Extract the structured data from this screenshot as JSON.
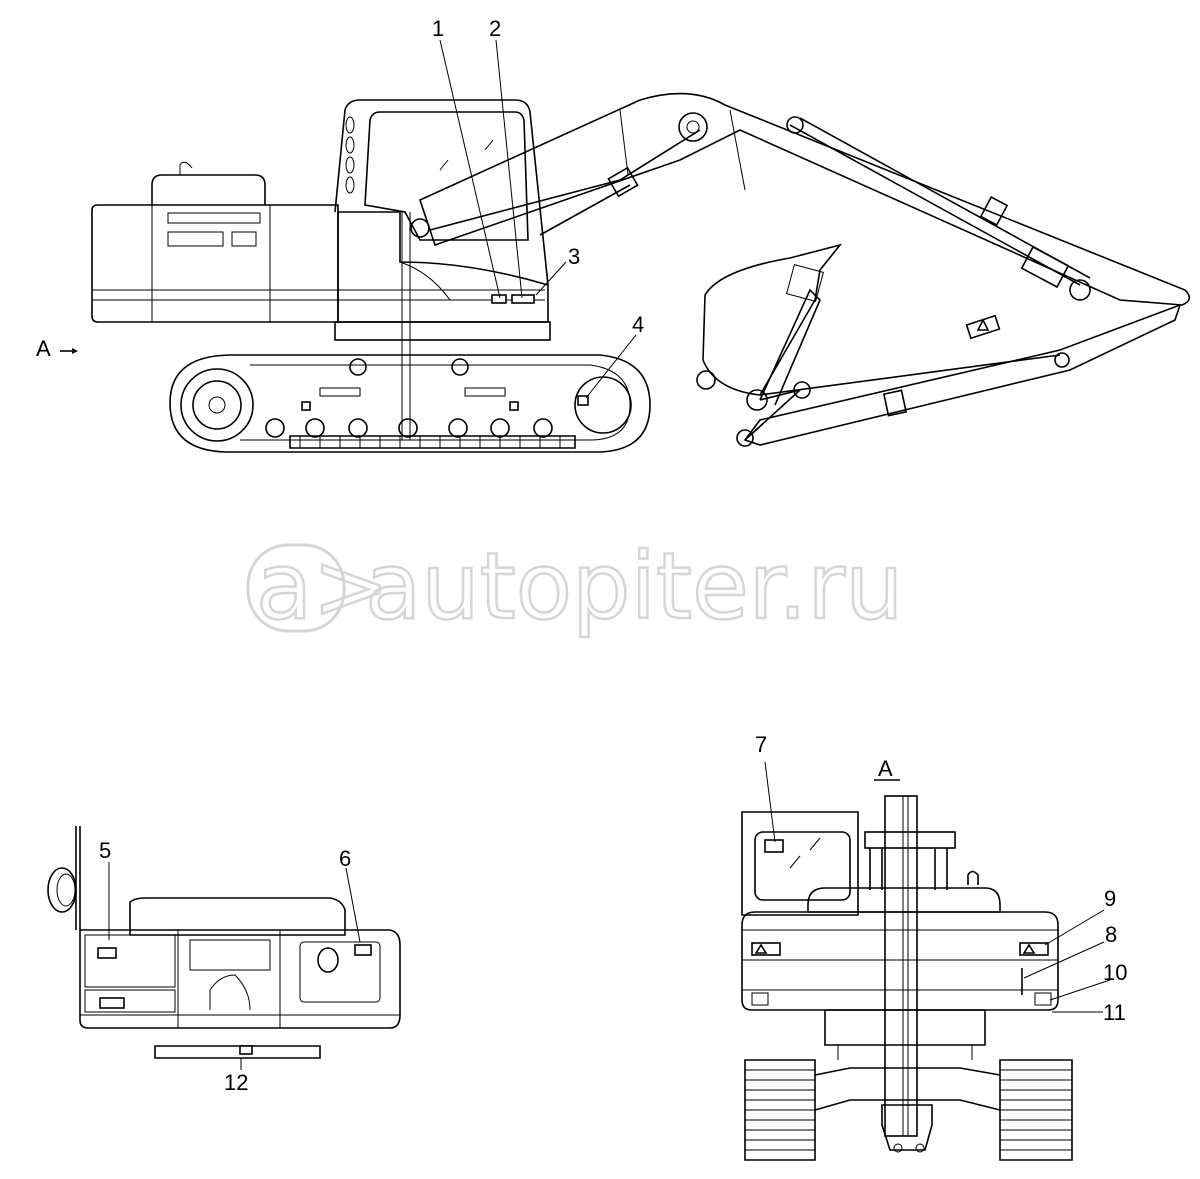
{
  "watermark": {
    "text": "autopiter.ru",
    "logo_text": "a>"
  },
  "view_marker": {
    "arrow_label": "A",
    "section_label": "A"
  },
  "callouts": [
    "1",
    "2",
    "3",
    "4",
    "5",
    "6",
    "7",
    "8",
    "9",
    "10",
    "11",
    "12"
  ],
  "colors": {
    "line": "#000000",
    "watermark": "#d6d6d6",
    "background": "#ffffff"
  }
}
